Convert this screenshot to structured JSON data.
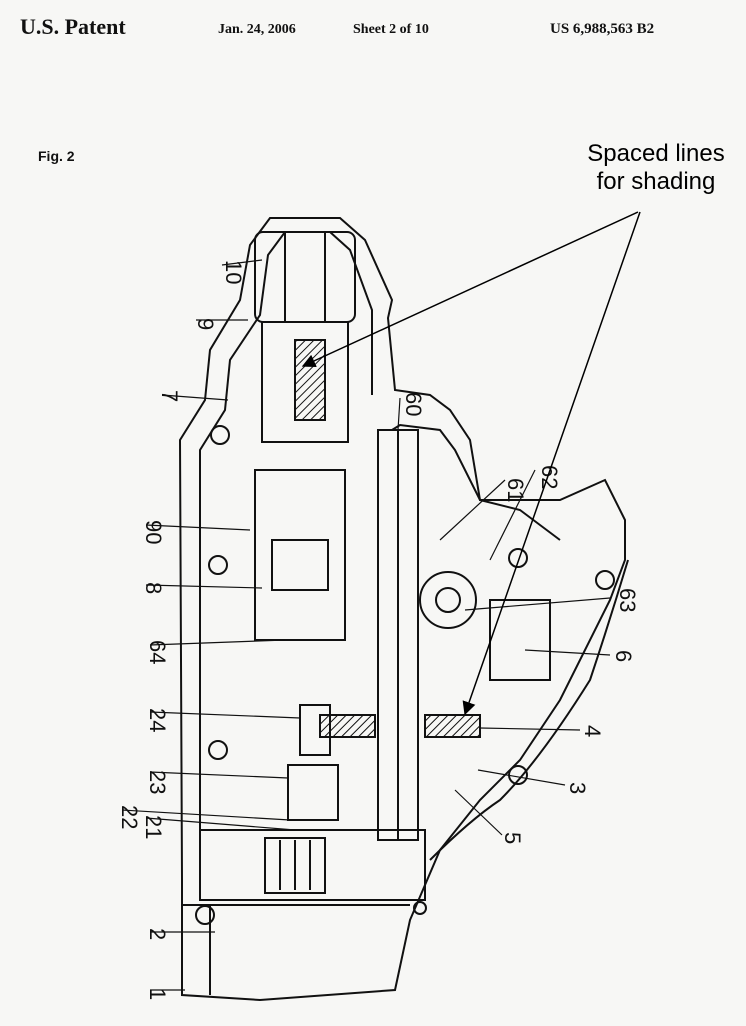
{
  "header": {
    "patent_label": "U.S. Patent",
    "date": "Jan. 24, 2006",
    "sheet": "Sheet 2 of 10",
    "patent_number": "US 6,988,563 B2"
  },
  "figure": {
    "label": "Fig. 2",
    "reference_numerals": [
      "10",
      "9",
      "7",
      "60",
      "61",
      "62",
      "90",
      "8",
      "63",
      "64",
      "6",
      "24",
      "4",
      "23",
      "22",
      "21",
      "3",
      "5",
      "2",
      "1"
    ]
  },
  "annotation": {
    "line1": "Spaced lines",
    "line2": "for shading"
  },
  "colors": {
    "ink": "#111111",
    "paper": "#f7f7f5",
    "shade": "#9a9a96"
  }
}
